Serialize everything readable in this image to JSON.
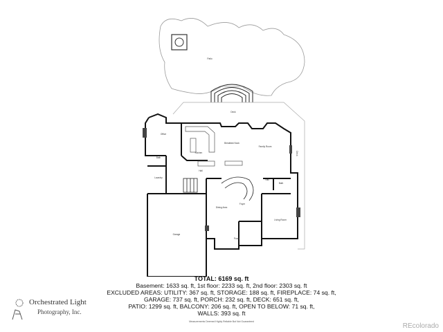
{
  "rooms": {
    "patio": "Patio",
    "deck": "Deck",
    "office": "Office",
    "kitchen": "Kitchen",
    "breakfast_nook": "Breakfast Nook",
    "family_room": "Family Room",
    "bath1": "Bath",
    "laundry": "Laundry",
    "hall1": "Hall",
    "deck2": "Deck",
    "hall2": "Hall",
    "bath2": "Bath",
    "dining_area": "Dining Area",
    "foyer": "Foyer",
    "living_room": "Living Room",
    "garage": "Garage",
    "porch": "Porch"
  },
  "summary": {
    "total": "TOTAL: 6169 sq. ft",
    "line1": "Basement: 1633 sq. ft, 1st floor: 2233 sq. ft, 2nd floor: 2303 sq. ft",
    "line2": "EXCLUDED AREAS: UTILITY: 367 sq. ft, STORAGE: 188 sq. ft, FIREPLACE: 74 sq. ft,",
    "line3": "GARAGE: 737 sq. ft, PORCH: 232 sq. ft, DECK: 651 sq. ft,",
    "line4": "PATIO: 1299 sq. ft, BALCONY: 206 sq. ft, OPEN TO BELOW: 71 sq. ft,",
    "line5": "WALLS: 393 sq. ft"
  },
  "disclaimer": "Measurements Deemed Highly Reliable But Not Guaranteed",
  "logo": {
    "line1": "Orchestrated Light",
    "line2": "Photography, Inc."
  },
  "brand": "REcolorado"
}
